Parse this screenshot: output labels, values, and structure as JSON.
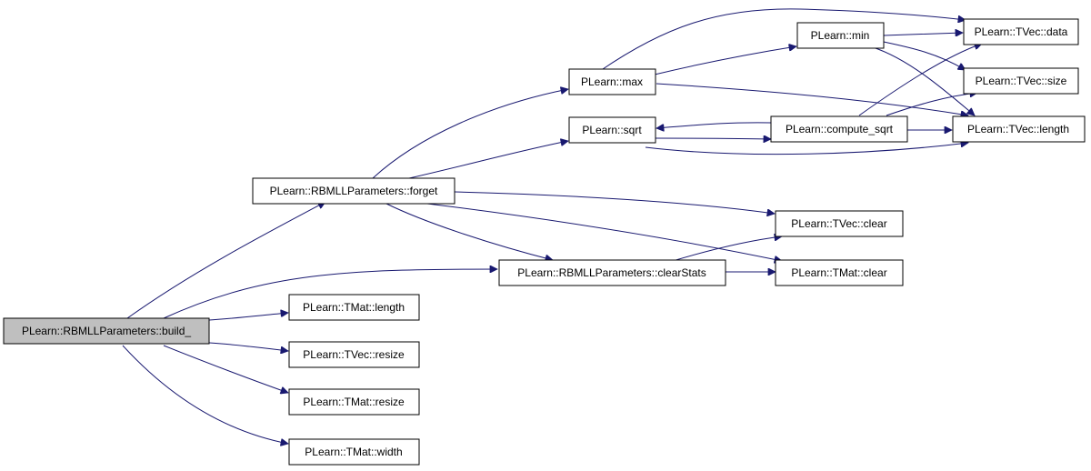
{
  "colors": {
    "edge": "#191970",
    "root_fill": "#bfbfbf",
    "node_fill": "#ffffff",
    "node_border": "#000000"
  },
  "nodes": {
    "build": "PLearn::RBMLLParameters::build_",
    "forget": "PLearn::RBMLLParameters::forget",
    "clearStats": "PLearn::RBMLLParameters::clearStats",
    "tmat_length": "PLearn::TMat::length",
    "tvec_resize": "PLearn::TVec::resize",
    "tmat_resize": "PLearn::TMat::resize",
    "tmat_width": "PLearn::TMat::width",
    "max": "PLearn::max",
    "sqrt": "PLearn::sqrt",
    "min": "PLearn::min",
    "compute_sqrt": "PLearn::compute_sqrt",
    "tvec_data": "PLearn::TVec::data",
    "tvec_size": "PLearn::TVec::size",
    "tvec_length": "PLearn::TVec::length",
    "tvec_clear": "PLearn::TVec::clear",
    "tmat_clear": "PLearn::TMat::clear"
  },
  "edges": [
    [
      "build",
      "forget"
    ],
    [
      "build",
      "clearStats"
    ],
    [
      "build",
      "tmat_length"
    ],
    [
      "build",
      "tvec_resize"
    ],
    [
      "build",
      "tmat_resize"
    ],
    [
      "build",
      "tmat_width"
    ],
    [
      "forget",
      "max"
    ],
    [
      "forget",
      "sqrt"
    ],
    [
      "forget",
      "tvec_clear"
    ],
    [
      "forget",
      "clearStats"
    ],
    [
      "forget",
      "tmat_clear"
    ],
    [
      "max",
      "min"
    ],
    [
      "max",
      "tvec_data"
    ],
    [
      "max",
      "tvec_length"
    ],
    [
      "min",
      "tvec_data"
    ],
    [
      "min",
      "tvec_size"
    ],
    [
      "min",
      "tvec_length"
    ],
    [
      "sqrt",
      "compute_sqrt"
    ],
    [
      "sqrt",
      "tvec_length"
    ],
    [
      "compute_sqrt",
      "sqrt"
    ],
    [
      "compute_sqrt",
      "tvec_data"
    ],
    [
      "compute_sqrt",
      "tvec_size"
    ],
    [
      "compute_sqrt",
      "tvec_length"
    ],
    [
      "clearStats",
      "tvec_clear"
    ],
    [
      "clearStats",
      "tmat_clear"
    ]
  ]
}
